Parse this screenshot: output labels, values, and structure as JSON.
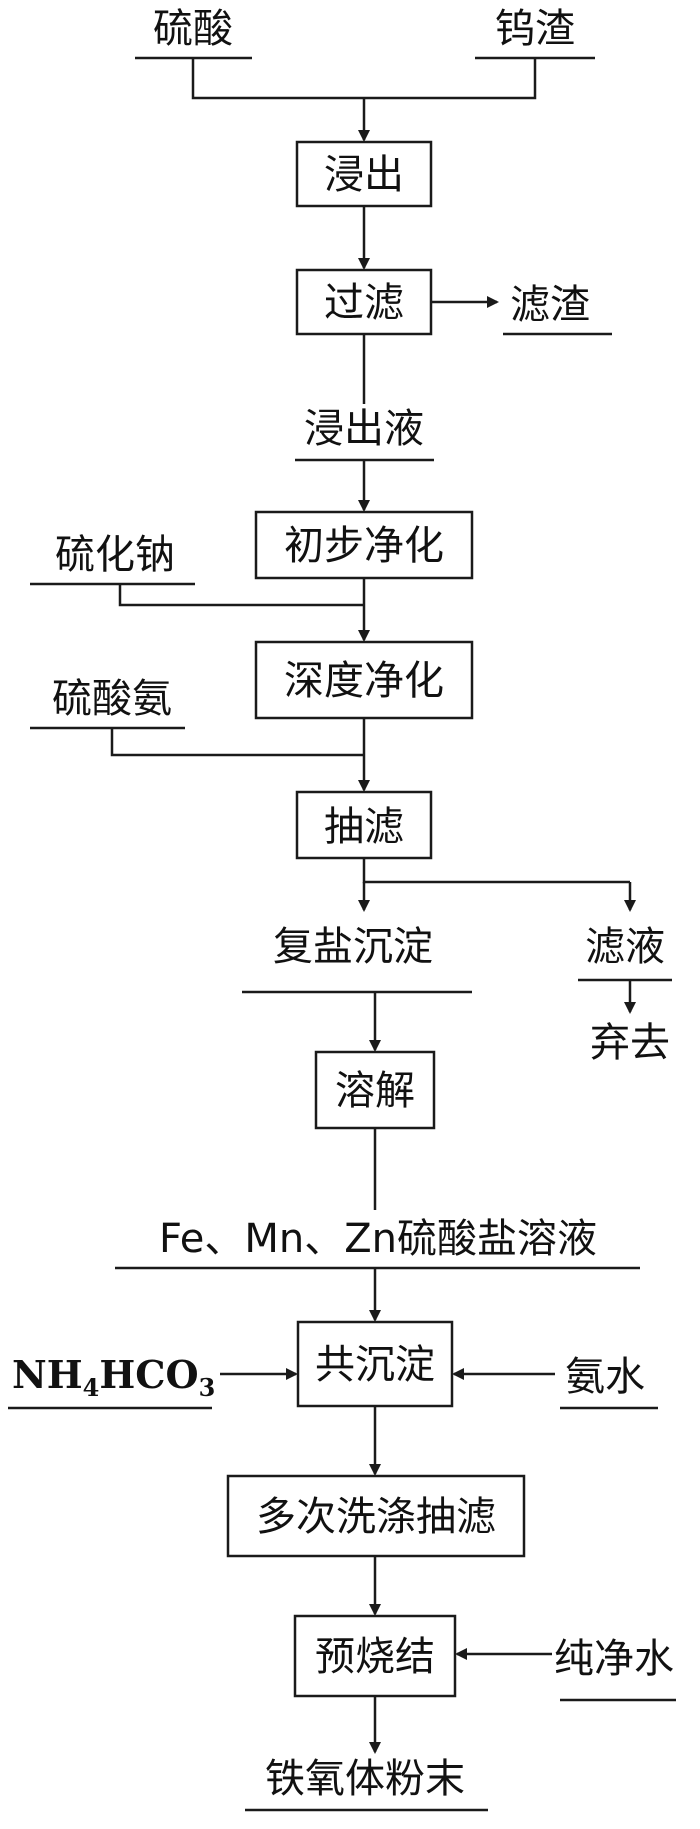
{
  "inputs": {
    "sulfuric_acid": "硫酸",
    "tungsten_slag": "钨渣",
    "sodium_sulfide": "硫化钠",
    "ammonium_sulfate": "硫酸氨",
    "nh4hco3_main": "NH",
    "nh4hco3_sub4": "4",
    "nh4hco3_mid": "HCO",
    "nh4hco3_sub3": "3",
    "ammonia_water": "氨水",
    "pure_water": "纯净水"
  },
  "steps": {
    "leach": "浸出",
    "filter": "过滤",
    "primary_purify": "初步净化",
    "deep_purify": "深度净化",
    "suction_filter": "抽滤",
    "dissolve": "溶解",
    "coprecip": "共沉淀",
    "wash_filter": "多次洗涤抽滤",
    "presinter": "预烧结"
  },
  "outputs": {
    "filter_residue": "滤渣",
    "leachate": "浸出液",
    "double_salt": "复盐沉淀",
    "filtrate": "滤液",
    "discard": "弃去",
    "sulfate_solution": "Fe、Mn、Zn硫酸盐溶液",
    "ferrite_powder": "铁氧体粉末"
  }
}
